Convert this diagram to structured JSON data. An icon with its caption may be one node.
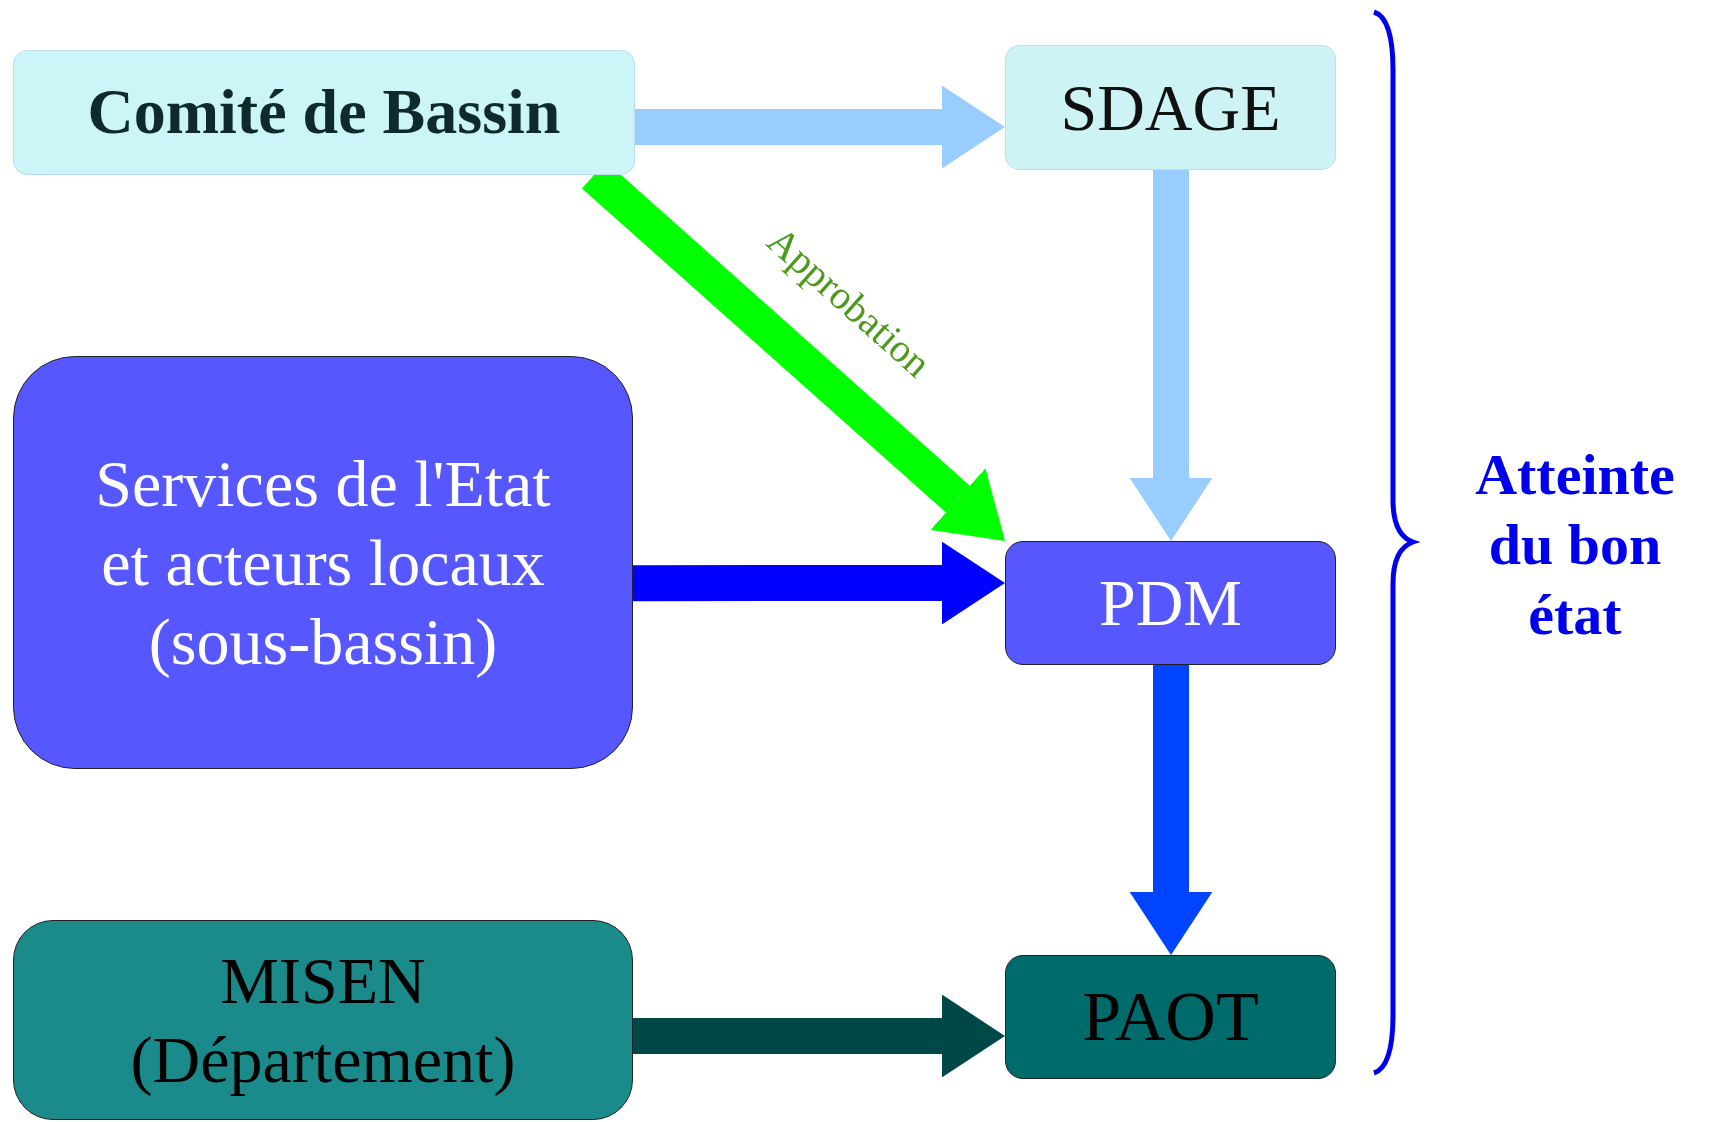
{
  "diagram": {
    "nodes": [
      {
        "text": [
          "Comité de Bassin"
        ]
      },
      {
        "text": [
          "SDAGE"
        ]
      },
      {
        "text": [
          "Services de l'Etat et acteurs locaux (sous-bassin)"
        ]
      },
      {
        "text": [
          "PDM"
        ]
      },
      {
        "text": [
          "MISEN (Département)"
        ]
      },
      {
        "text": [
          "PAOT"
        ]
      }
    ],
    "edges": [
      {
        "from": 0,
        "to": 1,
        "arrow": "to",
        "color": "#99ccff"
      },
      {
        "from": 0,
        "to": 3,
        "arrow": "to",
        "label": "Approbation",
        "color": "#00ff00"
      },
      {
        "from": 1,
        "to": 3,
        "arrow": "to",
        "color": "#99ccff"
      },
      {
        "from": 2,
        "to": 3,
        "arrow": "to",
        "color": "#0000ff"
      },
      {
        "from": 3,
        "to": 5,
        "arrow": "to",
        "color": "#0044ff"
      },
      {
        "from": 4,
        "to": 5,
        "arrow": "to",
        "color": "#004848"
      }
    ],
    "labels": [
      "Atteinte du bon état"
    ]
  }
}
